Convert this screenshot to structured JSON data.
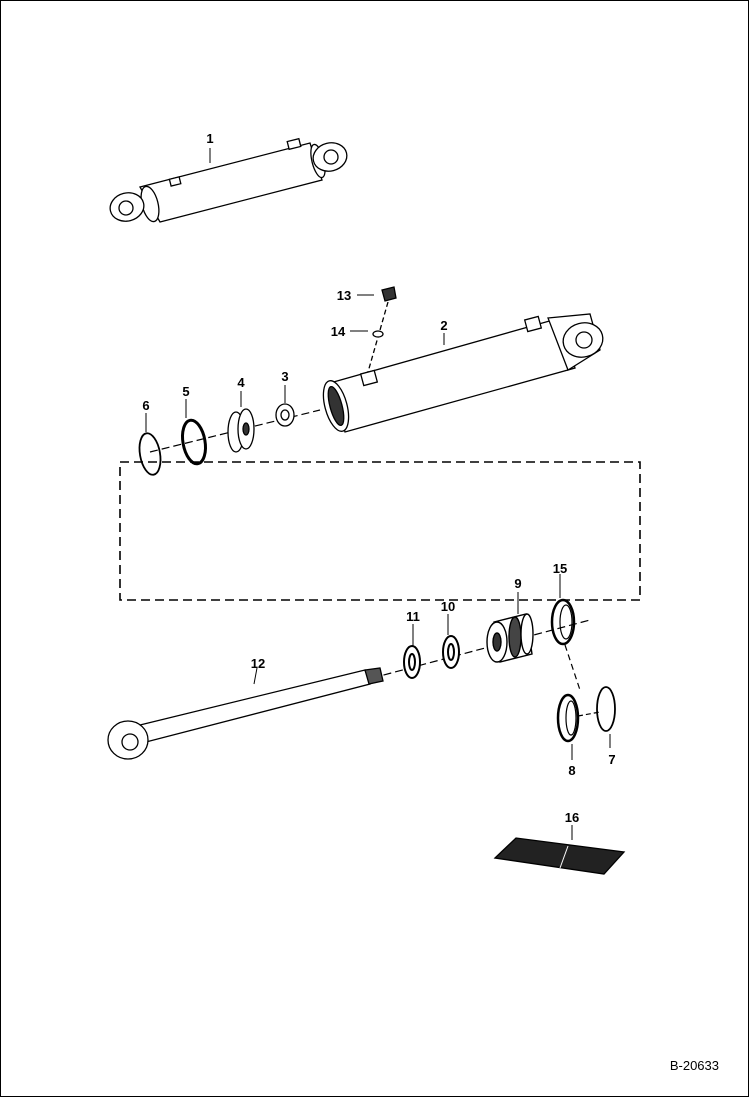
{
  "diagram": {
    "reference_code": "B-20633",
    "callouts": {
      "assembly": "1",
      "barrel": "2",
      "nut": "3",
      "piston": "4",
      "seal5": "5",
      "ring6": "6",
      "ring7": "7",
      "ring8": "8",
      "gland": "9",
      "seal10": "10",
      "seal11": "11",
      "rod": "12",
      "fitting": "13",
      "oring14": "14",
      "seal15": "15",
      "seal_kit": "16"
    }
  }
}
